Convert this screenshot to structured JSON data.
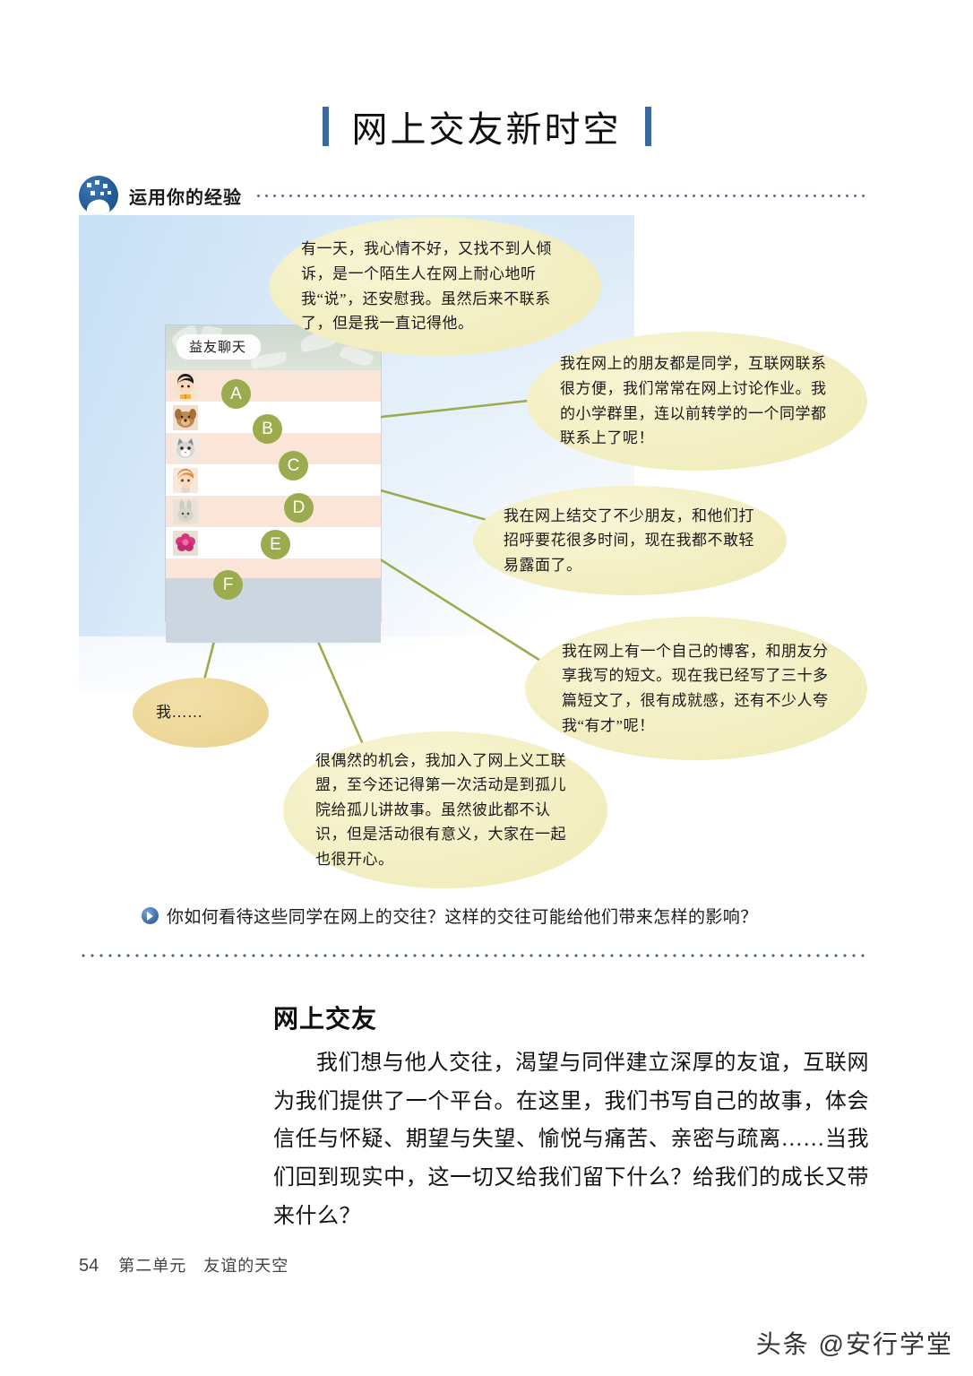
{
  "page": {
    "title": "网上交友新时空",
    "accent_blue": "#3c6aa0",
    "marker_green": "#9cab4e",
    "bubble_yellow": "#f4f0c6",
    "bubble_tan": "#eed89a"
  },
  "experience": {
    "label": "运用你的经验",
    "icon": "network-person-icon"
  },
  "chat": {
    "window_title": "益友聊天",
    "rows": [
      {
        "avatar": "girl-avatar"
      },
      {
        "avatar": "dog-avatar"
      },
      {
        "avatar": "cat-avatar"
      },
      {
        "avatar": "orange-hair-avatar"
      },
      {
        "avatar": "rabbit-avatar"
      },
      {
        "avatar": "flower-avatar"
      }
    ]
  },
  "markers": [
    {
      "letter": "A"
    },
    {
      "letter": "B"
    },
    {
      "letter": "C"
    },
    {
      "letter": "D"
    },
    {
      "letter": "E"
    },
    {
      "letter": "F"
    }
  ],
  "bubbles": [
    {
      "id": "A",
      "text": "有一天，我心情不好，又找不到人倾诉，是一个陌生人在网上耐心地听我“说”，还安慰我。虽然后来不联系了，但是我一直记得他。"
    },
    {
      "id": "B",
      "text": "我在网上的朋友都是同学，互联网联系很方便，我们常常在网上讨论作业。我的小学群里，连以前转学的一个同学都联系上了呢！"
    },
    {
      "id": "C",
      "text": "我在网上结交了不少朋友，和他们打招呼要花很多时间，现在我都不敢轻易露面了。"
    },
    {
      "id": "D",
      "text": "我在网上有一个自己的博客，和朋友分享我写的短文。现在我已经写了三十多篇短文了，很有成就感，还有不少人夸我“有才”呢！"
    },
    {
      "id": "E",
      "text": "很偶然的机会，我加入了网上义工联盟，至今还记得第一次活动是到孤儿院给孤儿讲故事。虽然彼此都不认识，但是活动很有意义，大家在一起也很开心。"
    },
    {
      "id": "F",
      "text": "我……"
    }
  ],
  "question": {
    "text": "你如何看待这些同学在网上的交往？这样的交往可能给他们带来怎样的影响？",
    "bullet": "arrow-right-icon"
  },
  "section": {
    "heading": "网上交友",
    "paragraph": "我们想与他人交往，渴望与同伴建立深厚的友谊，互联网为我们提供了一个平台。在这里，我们书写自己的故事，体会信任与怀疑、期望与失望、愉悦与痛苦、亲密与疏离……当我们回到现实中，这一切又给我们留下什么？给我们的成长又带来什么？"
  },
  "footer": {
    "page_number": "54",
    "unit": "第二单元　友谊的天空"
  },
  "watermark": {
    "text": "头条 @安行学堂"
  }
}
